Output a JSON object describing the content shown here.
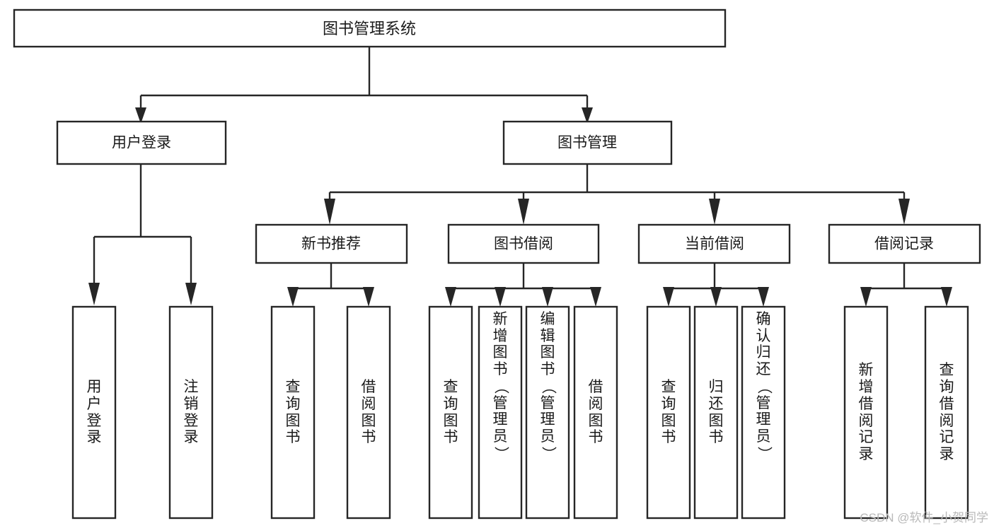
{
  "diagram": {
    "type": "tree-hierarchy-chart",
    "title": "图书管理系统",
    "watermark": "CSDN @软件_小贺同学",
    "colors": {
      "box_stroke": "#262626",
      "box_fill": "#ffffff",
      "text": "#1a1a1a",
      "background": "#ffffff",
      "watermark": "#b9b9b9"
    },
    "root": {
      "id": "root",
      "label": "图书管理系统"
    },
    "level2": [
      {
        "id": "user-login",
        "label": "用户登录"
      },
      {
        "id": "book-manage",
        "label": "图书管理"
      }
    ],
    "level3": [
      {
        "id": "new-book-recommend",
        "label": "新书推荐",
        "parent": "book-manage"
      },
      {
        "id": "book-borrow",
        "label": "图书借阅",
        "parent": "book-manage"
      },
      {
        "id": "current-borrow",
        "label": "当前借阅",
        "parent": "book-manage"
      },
      {
        "id": "borrow-record",
        "label": "借阅记录",
        "parent": "book-manage"
      }
    ],
    "leaves": {
      "user-login": [
        {
          "id": "leaf-user-login",
          "label": "用户登录"
        },
        {
          "id": "leaf-logout",
          "label": "注销登录"
        }
      ],
      "new-book-recommend": [
        {
          "id": "leaf-query-book-1",
          "label": "查询图书"
        },
        {
          "id": "leaf-borrow-book-1",
          "label": "借阅图书"
        }
      ],
      "book-borrow": [
        {
          "id": "leaf-query-book-2",
          "label": "查询图书"
        },
        {
          "id": "leaf-add-book",
          "label": "新增图书（管理员）"
        },
        {
          "id": "leaf-edit-book",
          "label": "编辑图书（管理员）"
        },
        {
          "id": "leaf-borrow-book-2",
          "label": "借阅图书"
        }
      ],
      "current-borrow": [
        {
          "id": "leaf-query-book-3",
          "label": "查询图书"
        },
        {
          "id": "leaf-return-book",
          "label": "归还图书"
        },
        {
          "id": "leaf-confirm-return",
          "label": "确认归还（管理员）"
        }
      ],
      "borrow-record": [
        {
          "id": "leaf-add-record",
          "label": "新增借阅记录"
        },
        {
          "id": "leaf-query-record",
          "label": "查询借阅记录"
        }
      ]
    }
  }
}
